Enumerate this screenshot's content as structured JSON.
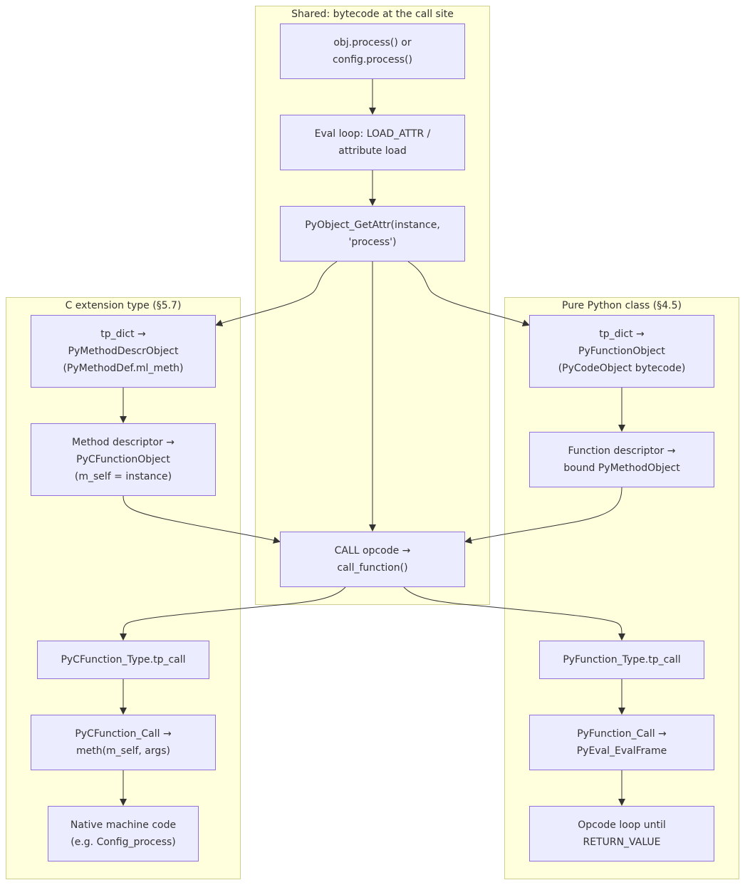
{
  "clusters": {
    "shared": {
      "title": "Shared: bytecode at the call site"
    },
    "c_ext": {
      "title": "C extension type (§5.7)"
    },
    "pure_py": {
      "title": "Pure Python class (§4.5)"
    }
  },
  "nodes": {
    "call_site": "obj.process() or\nconfig.process()",
    "eval_loop": "Eval loop: LOAD_ATTR /\nattribute load",
    "get_attr": "PyObject_GetAttr(instance,\n'process')",
    "call_opcode": "CALL opcode →\ncall_function()",
    "c_tp_dict": "tp_dict →\nPyMethodDescrObject\n(PyMethodDef.ml_meth)",
    "c_method_descr": "Method descriptor →\nPyCFunctionObject\n(m_self = instance)",
    "c_tp_call": "PyCFunction_Type.tp_call",
    "c_call": "PyCFunction_Call →\nmeth(m_self, args)",
    "c_native": "Native machine code\n(e.g. Config_process)",
    "py_tp_dict": "tp_dict →\nPyFunctionObject\n(PyCodeObject bytecode)",
    "py_func_descr": "Function descriptor →\nbound PyMethodObject",
    "py_tp_call": "PyFunction_Type.tp_call",
    "py_call": "PyFunction_Call →\nPyEval_EvalFrame",
    "py_opcode_loop": "Opcode loop until\nRETURN_VALUE"
  },
  "colors": {
    "cluster_fill": "#ffffde",
    "cluster_border": "#cfcf8f",
    "node_fill": "#ececff",
    "node_border": "#9370db",
    "edge": "#333333"
  }
}
